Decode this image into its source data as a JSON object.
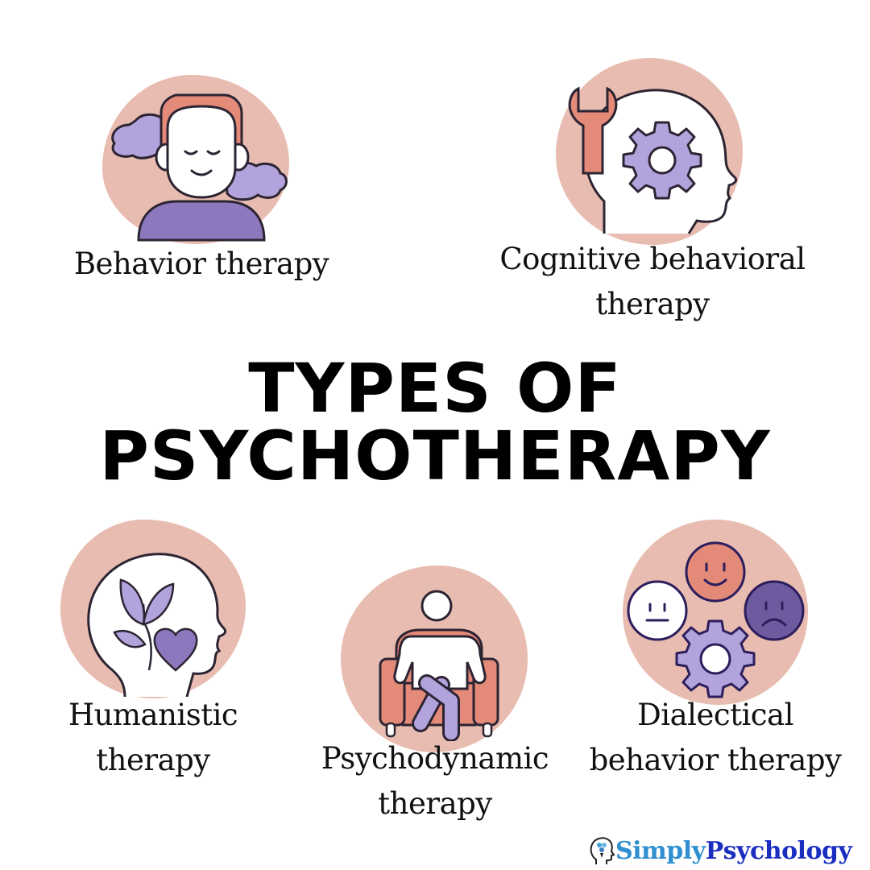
{
  "title": {
    "line1": "TYPES OF",
    "line2": "PSYCHOTHERAPY"
  },
  "therapies": [
    {
      "label_lines": [
        "Behavior therapy"
      ],
      "icon": "person-relaxing-clouds-icon"
    },
    {
      "label_lines": [
        "Cognitive behavioral",
        "therapy"
      ],
      "icon": "head-gear-wrench-icon"
    },
    {
      "label_lines": [
        "Humanistic",
        "therapy"
      ],
      "icon": "head-plant-heart-icon"
    },
    {
      "label_lines": [
        "Psychodynamic",
        "therapy"
      ],
      "icon": "person-armchair-icon"
    },
    {
      "label_lines": [
        "Dialectical",
        "behavior therapy"
      ],
      "icon": "emotions-gear-icon"
    }
  ],
  "logo": {
    "part1": "Simply",
    "part2": "Psychology",
    "icon": "head-brain-icon"
  },
  "colors": {
    "blob": "#e8bcb0",
    "salmon": "#e38a78",
    "lavender": "#b3a3dc",
    "purple": "#8d78be",
    "dark_purple": "#6e5a9e",
    "outline": "#2c2433",
    "logo_light_blue": "#2f8fd0",
    "logo_dark_blue": "#1a2fc0"
  }
}
